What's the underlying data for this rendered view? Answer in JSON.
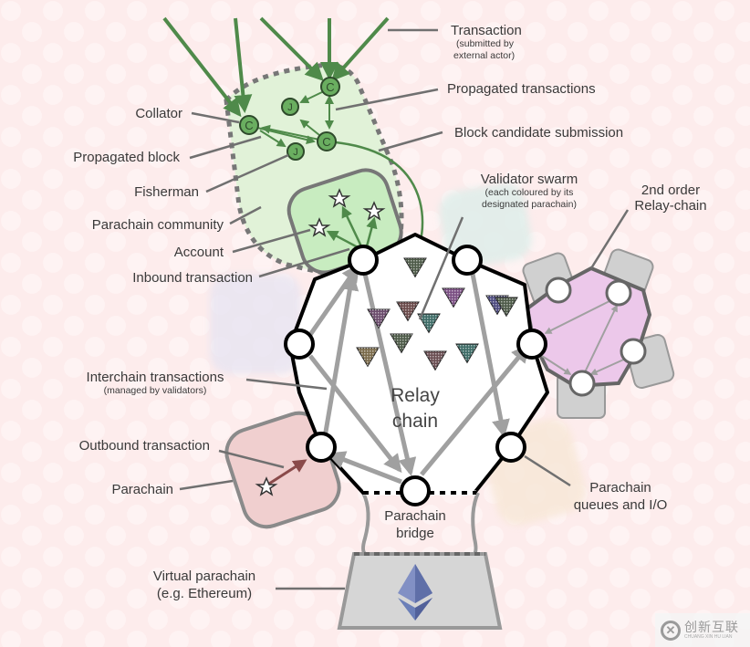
{
  "diagram": {
    "title": "Polkadot network architecture",
    "colors": {
      "background": "#fdecec",
      "community_fill": "#e1f2d8",
      "account_box_fill": "#c8ecc0",
      "collator_green": "#5f9a5a",
      "arrow_green": "#4f8a4a",
      "relay_fill": "#ffffff",
      "relay_stroke": "#000000",
      "second_order_fill": "#ecc8ea",
      "parachain_red_fill": "#f0cfcf",
      "virtual_parachain_fill": "#d6d6d6",
      "ethereum": "#6b7fb8",
      "arrow_grey": "#a0a0a0"
    },
    "nodes": {
      "collators": [
        "C",
        "C",
        "C"
      ],
      "fishermen": [
        "J",
        "J"
      ]
    },
    "validator_colors": [
      "#4d5a48",
      "#6b4c6c",
      "#6a4a4a",
      "#7a4e82",
      "#3d6b66",
      "#4c4a7e",
      "#4d5a48",
      "#7a6a4a",
      "#6a4e52",
      "#3d6b66",
      "#4d5a48"
    ]
  },
  "labels": {
    "transaction": "Transaction",
    "transaction_sub1": "(submitted by",
    "transaction_sub2": "external actor)",
    "propagated_transactions": "Propagated transactions",
    "block_candidate_submission": "Block candidate submission",
    "collator": "Collator",
    "propagated_block": "Propagated block",
    "fisherman": "Fisherman",
    "parachain_community": "Parachain community",
    "account": "Account",
    "inbound_transaction": "Inbound transaction",
    "validator_swarm": "Validator swarm",
    "validator_swarm_sub1": "(each coloured by its",
    "validator_swarm_sub2": "designated parachain)",
    "second_order_1": "2nd order",
    "second_order_2": "Relay-chain",
    "interchain_transactions": "Interchain transactions",
    "interchain_sub": "(managed by validators)",
    "outbound_transaction": "Outbound transaction",
    "parachain": "Parachain",
    "relay_chain_1": "Relay",
    "relay_chain_2": "chain",
    "parachain_queues_1": "Parachain",
    "parachain_queues_2": "queues and I/O",
    "parachain_bridge_1": "Parachain",
    "parachain_bridge_2": "bridge",
    "virtual_parachain_1": "Virtual parachain",
    "virtual_parachain_2": "(e.g. Ethereum)"
  },
  "watermark": {
    "logo_glyph": "✕",
    "text": "创新互联",
    "subtext": "CHUANG XIN HU LIAN"
  }
}
